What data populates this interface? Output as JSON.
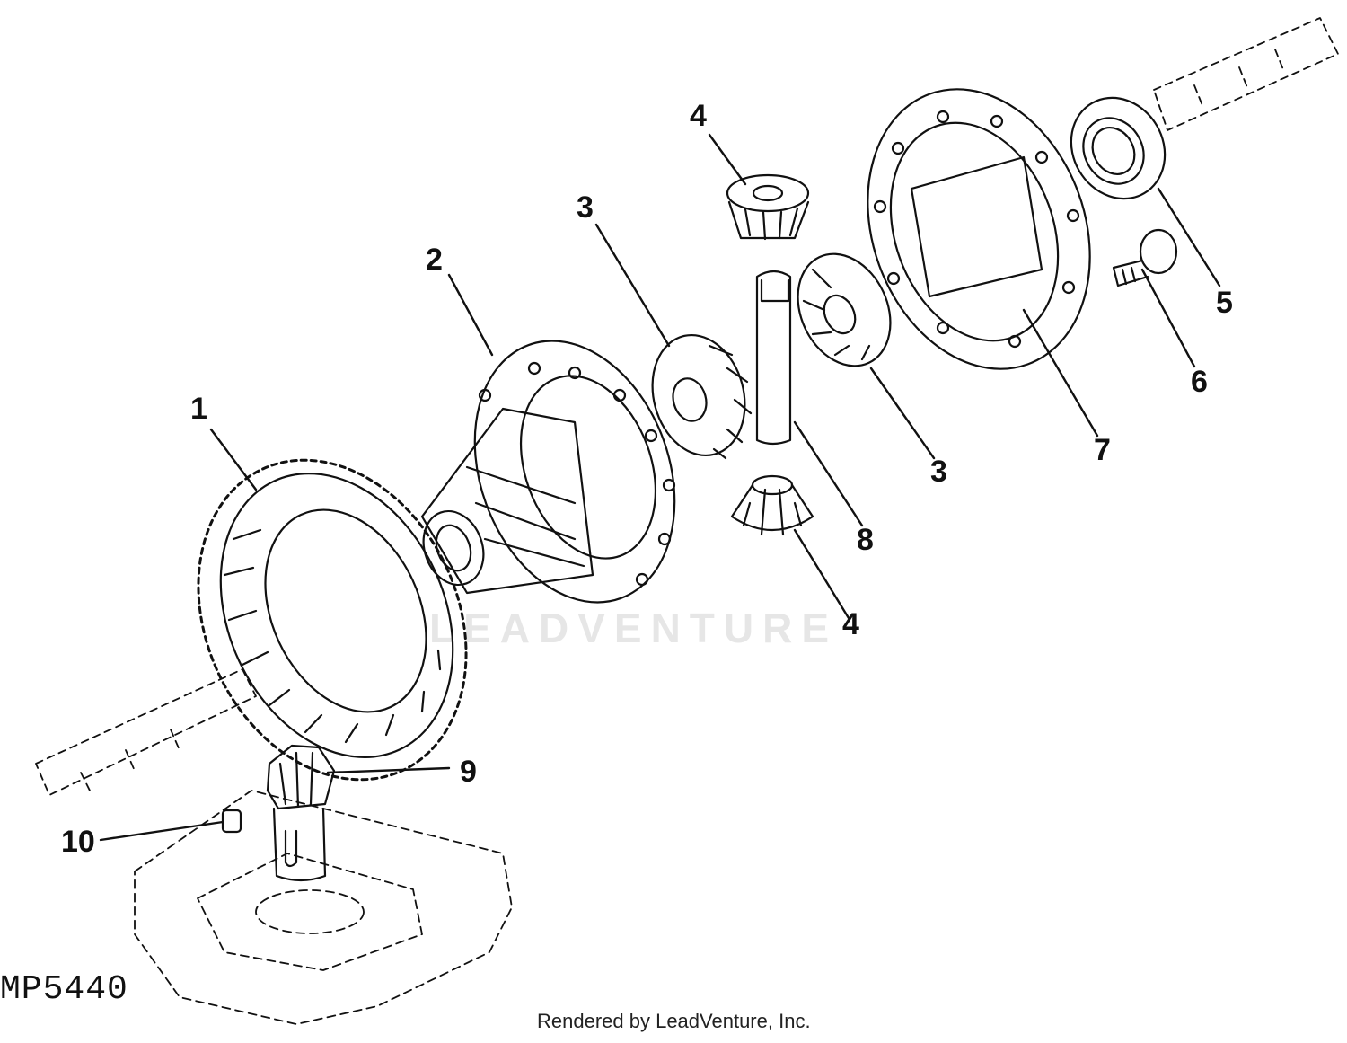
{
  "watermark": "LEADVENTURE",
  "figure_code": "MP5440",
  "credit": "Rendered by LeadVenture, Inc.",
  "callouts": [
    {
      "id": "c1",
      "label": "1"
    },
    {
      "id": "c2",
      "label": "2"
    },
    {
      "id": "c3a",
      "label": "3"
    },
    {
      "id": "c3b",
      "label": "3"
    },
    {
      "id": "c4a",
      "label": "4"
    },
    {
      "id": "c4b",
      "label": "4"
    },
    {
      "id": "c5",
      "label": "5"
    },
    {
      "id": "c6",
      "label": "6"
    },
    {
      "id": "c7",
      "label": "7"
    },
    {
      "id": "c8",
      "label": "8"
    },
    {
      "id": "c9",
      "label": "9"
    },
    {
      "id": "c10",
      "label": "10"
    }
  ]
}
